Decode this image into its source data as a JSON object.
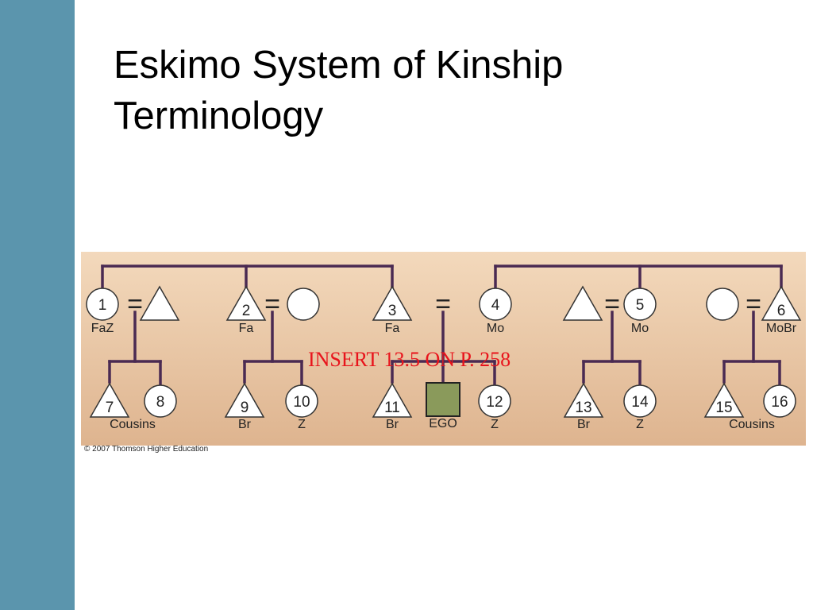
{
  "slide": {
    "title": "Eskimo System of Kinship Terminology",
    "insert_note": "INSERT 13.5 ON P. 258",
    "copyright": "© 2007 Thomson Higher Education"
  },
  "colors": {
    "sidebar": "#5b95ad",
    "panel_top": "#f3d9bc",
    "panel_bottom": "#deb48f",
    "line": "#4a2a52",
    "ego": "#8a9a5b",
    "insert_note": "#e8141c"
  },
  "diagram": {
    "equal_sign": "=",
    "nodes": [
      {
        "id": "n1",
        "shape": "circle",
        "number": "1",
        "label": "FaZ"
      },
      {
        "id": "n1s",
        "shape": "triangle",
        "number": "",
        "label": ""
      },
      {
        "id": "n2",
        "shape": "triangle",
        "number": "2",
        "label": "Fa"
      },
      {
        "id": "n2s",
        "shape": "circle",
        "number": "",
        "label": ""
      },
      {
        "id": "n3",
        "shape": "triangle",
        "number": "3",
        "label": "Fa"
      },
      {
        "id": "n4",
        "shape": "circle",
        "number": "4",
        "label": "Mo"
      },
      {
        "id": "n5s",
        "shape": "triangle",
        "number": "",
        "label": ""
      },
      {
        "id": "n5",
        "shape": "circle",
        "number": "5",
        "label": "Mo"
      },
      {
        "id": "n6s",
        "shape": "circle",
        "number": "",
        "label": ""
      },
      {
        "id": "n6",
        "shape": "triangle",
        "number": "6",
        "label": "MoBr"
      },
      {
        "id": "n7",
        "shape": "triangle",
        "number": "7",
        "label": ""
      },
      {
        "id": "n8",
        "shape": "circle",
        "number": "8",
        "label": ""
      },
      {
        "id": "n9",
        "shape": "triangle",
        "number": "9",
        "label": "Br"
      },
      {
        "id": "n10",
        "shape": "circle",
        "number": "10",
        "label": "Z"
      },
      {
        "id": "n11",
        "shape": "triangle",
        "number": "11",
        "label": "Br"
      },
      {
        "id": "ego",
        "shape": "square",
        "number": "",
        "label": "EGO"
      },
      {
        "id": "n12",
        "shape": "circle",
        "number": "12",
        "label": "Z"
      },
      {
        "id": "n13",
        "shape": "triangle",
        "number": "13",
        "label": "Br"
      },
      {
        "id": "n14",
        "shape": "circle",
        "number": "14",
        "label": "Z"
      },
      {
        "id": "n15",
        "shape": "triangle",
        "number": "15",
        "label": ""
      },
      {
        "id": "n16",
        "shape": "circle",
        "number": "16",
        "label": ""
      }
    ],
    "group_labels": [
      {
        "id": "cousins-left",
        "text": "Cousins"
      },
      {
        "id": "cousins-right",
        "text": "Cousins"
      }
    ]
  }
}
